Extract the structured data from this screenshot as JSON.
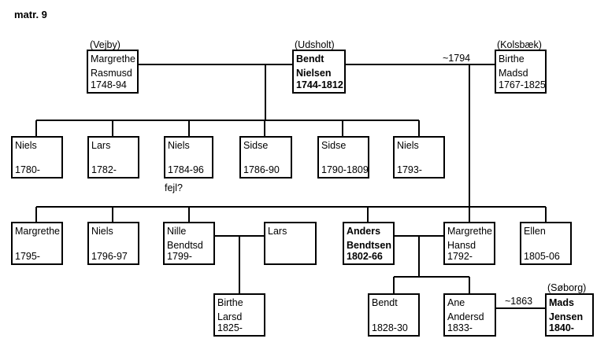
{
  "title": "matr. 9",
  "people": [
    {
      "id": "margrethe-r",
      "lines": [
        "Margrethe",
        "Rasmusd",
        "1748-94"
      ],
      "bold": false,
      "place": "(Vejby)",
      "style": "r3"
    },
    {
      "id": "bendt-n",
      "lines": [
        "Bendt",
        "Nielsen",
        "1744-1812"
      ],
      "bold": true,
      "place": "(Udsholt)",
      "style": "r3"
    },
    {
      "id": "birthe-m",
      "lines": [
        "Birthe",
        "Madsd",
        "1767-1825"
      ],
      "bold": false,
      "place": "(Kolsbæk)",
      "style": "r3"
    },
    {
      "id": "niels-1780",
      "lines": [
        "Niels",
        "",
        "1780-"
      ],
      "bold": false
    },
    {
      "id": "lars-1782",
      "lines": [
        "Lars",
        "",
        "1782-"
      ],
      "bold": false
    },
    {
      "id": "niels-1784",
      "lines": [
        "Niels",
        "",
        "1784-96"
      ],
      "bold": false,
      "note": "fejl?"
    },
    {
      "id": "sidse-1786",
      "lines": [
        "Sidse",
        "",
        "1786-90"
      ],
      "bold": false
    },
    {
      "id": "sidse-1790",
      "lines": [
        "Sidse",
        "",
        "1790-1809"
      ],
      "bold": false
    },
    {
      "id": "niels-1793",
      "lines": [
        "Niels",
        "",
        "1793-"
      ],
      "bold": false
    },
    {
      "id": "margrethe-1795",
      "lines": [
        "Margrethe",
        "",
        "1795-"
      ],
      "bold": false
    },
    {
      "id": "niels-1796",
      "lines": [
        "Niels",
        "",
        "1796-97"
      ],
      "bold": false
    },
    {
      "id": "nille-b",
      "lines": [
        "Nille",
        "Bendtsd",
        "1799-"
      ],
      "bold": false
    },
    {
      "id": "lars-spouse",
      "lines": [
        "Lars",
        "",
        ""
      ],
      "bold": false
    },
    {
      "id": "anders-b",
      "lines": [
        "Anders",
        "Bendtsen",
        "1802-66"
      ],
      "bold": true
    },
    {
      "id": "margrethe-h",
      "lines": [
        "Margrethe",
        "Hansd",
        "1792-"
      ],
      "bold": false
    },
    {
      "id": "ellen",
      "lines": [
        "Ellen",
        "",
        "1805-06"
      ],
      "bold": false
    },
    {
      "id": "birthe-l",
      "lines": [
        "Birthe",
        "Larsd",
        "1825-"
      ],
      "bold": false
    },
    {
      "id": "bendt-1828",
      "lines": [
        "Bendt",
        "",
        "1828-30"
      ],
      "bold": false
    },
    {
      "id": "ane-a",
      "lines": [
        "Ane",
        "Andersd",
        "1833-"
      ],
      "bold": false
    },
    {
      "id": "mads-j",
      "lines": [
        "Mads",
        "Jensen",
        "1840-"
      ],
      "bold": true,
      "place": "(Søborg)"
    }
  ],
  "marriages": [
    {
      "id": "marriage-1794",
      "label": "~1794"
    },
    {
      "id": "marriage-1863",
      "label": "~1863"
    }
  ]
}
